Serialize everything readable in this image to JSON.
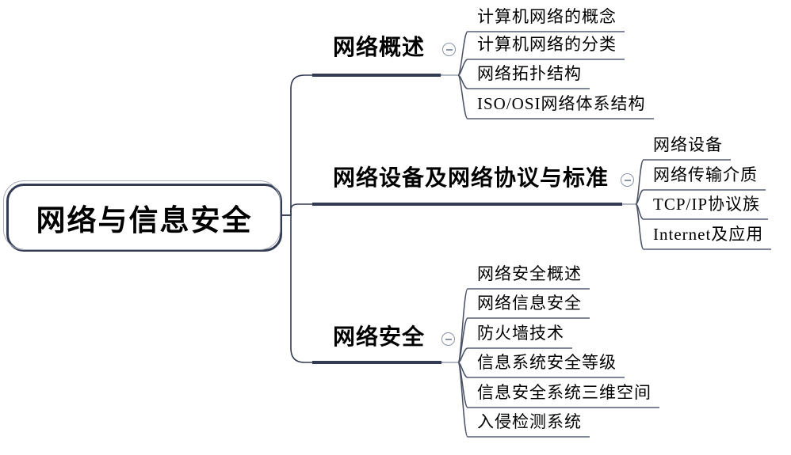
{
  "diagram": {
    "type": "mindmap",
    "root": {
      "label": "网络与信息安全"
    },
    "branches": [
      {
        "label": "网络概述",
        "collapse_icon": "minus-circle-icon",
        "children": [
          "计算机网络的概念",
          "计算机网络的分类",
          "网络拓扑结构",
          "ISO/OSI网络体系结构"
        ]
      },
      {
        "label": "网络设备及网络协议与标准",
        "collapse_icon": "minus-circle-icon",
        "children": [
          "网络设备",
          "网络传输介质",
          "TCP/IP协议族",
          "Internet及应用"
        ]
      },
      {
        "label": "网络安全",
        "collapse_icon": "minus-circle-icon",
        "children": [
          "网络安全概述",
          "网络信息安全",
          "防火墙技术",
          "信息系统安全等级",
          "信息安全系统三维空间",
          "入侵检测系统"
        ]
      }
    ],
    "colors": {
      "background": "#ffffff",
      "text": "#000000",
      "root_border": "#333b52",
      "root_outer_outline": "#a8aebc",
      "branch_line": "#333b52",
      "connector_light": "#9aa2b2",
      "fan_connector": "#4a5166",
      "child_underline": "#80869a",
      "collapse_icon": "#8a93a8"
    }
  }
}
